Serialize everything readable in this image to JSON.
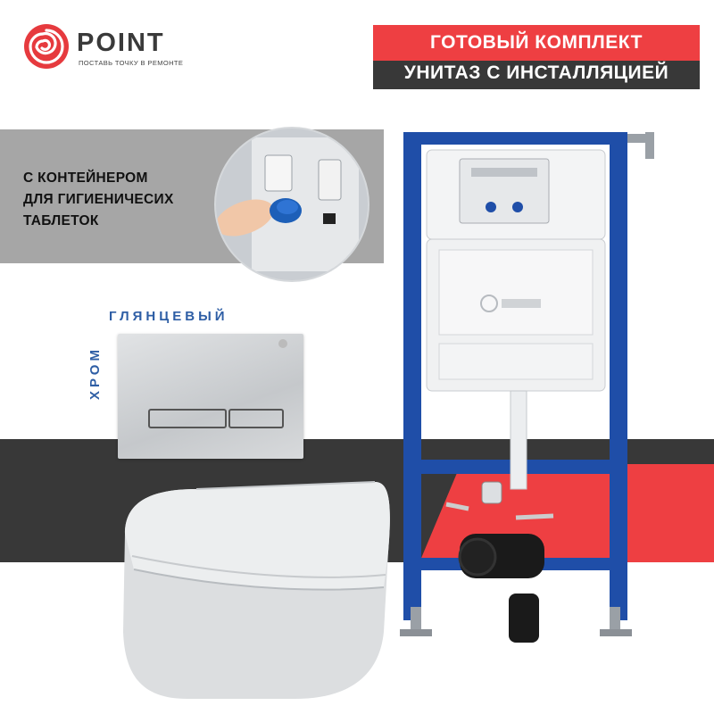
{
  "brand": {
    "name": "POINT",
    "tagline": "ПОСТАВЬ ТОЧКУ В РЕМОНТЕ",
    "accent_color": "#ee3f42"
  },
  "title": {
    "line1": "ГОТОВЫЙ КОМПЛЕКТ",
    "line2": "УНИТАЗ С ИНСТАЛЛЯЦИЕЙ"
  },
  "feature": {
    "line1": "С КОНТЕЙНЕРОМ",
    "line2": "ДЛЯ ГИГИЕНИЧЕСИХ",
    "line3": "ТАБЛЕТОК"
  },
  "flush_plate": {
    "finish_word1": "ГЛЯНЦЕВЫЙ",
    "finish_word2": "ХРОМ",
    "finish_color": "#2e5ea5"
  },
  "colors": {
    "frame_blue": "#1f4ea8",
    "dark_band": "#383838",
    "grey_panel": "#a6a6a6"
  },
  "icons": {
    "logo": "spiral-logo-icon",
    "frame": "installation-frame-icon",
    "toilet": "wall-hung-toilet-icon"
  }
}
